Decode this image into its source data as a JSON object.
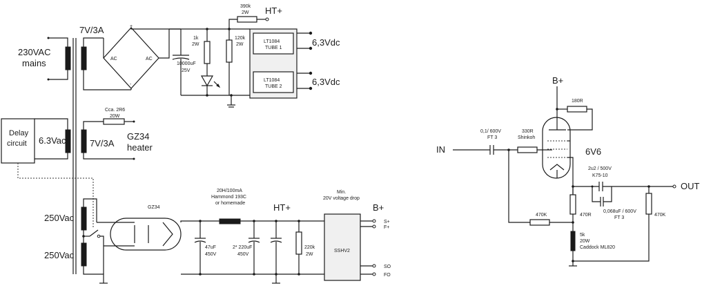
{
  "labels": {
    "mains": "230VAC",
    "mains2": "mains",
    "v63ac": "6.3Vac",
    "v250a": "250Vac",
    "v250b": "250Vac",
    "tr1": "7V/3A",
    "tr2": "7V/3A",
    "delay1": "Delay",
    "delay2": "circuit",
    "gz34heater1": "GZ34",
    "gz34heater2": "heater",
    "gz34tube": "GZ34",
    "ac1": "AC",
    "ac2": "AC",
    "plus": "+",
    "minus": "-",
    "cap10000a": "10000uF",
    "cap10000b": "25V",
    "r1ka": "1k",
    "r1kb": "2W",
    "r390a": "390k",
    "r390b": "2W",
    "r120a": "120k",
    "r120b": "2W",
    "htplus1": "HT+",
    "lt1a": "LT1084",
    "lt1b": "TUBE 1",
    "lt2a": "LT1084",
    "lt2b": "TUBE 2",
    "out63a": "6,3Vdc",
    "out63b": "6,3Vdc",
    "r2r6a": "Cca. 2R6",
    "r2r6b": "20W",
    "chokea": "20H/100mA",
    "chokeb": "Hammond 193C",
    "chokec": "or homemade",
    "htplus2": "HT+",
    "minvd1": "Min.",
    "minvd2": "20V voltage drop",
    "bplus1": "B+",
    "c47a": "47uF",
    "c47b": "450V",
    "c220a": "2* 220uF",
    "c220b": "450V",
    "r220a": "220k",
    "r220b": "2W",
    "sshv2": "SSHV2",
    "splus": "S+",
    "fplus": "F+",
    "so": "SO",
    "fo": "FO",
    "bplus2": "B+",
    "r180": "180R",
    "cin1": "0,1/ 600V",
    "cin2": "FT 3",
    "r330a": "330R",
    "r330b": "Shinkoh",
    "in": "IN",
    "tube6v6": "6V6",
    "c2u2a": "2u2 / 500V",
    "c2u2b": "K75-10",
    "out": "OUT",
    "c068a": "0,068uF / 600V",
    "c068b": "FT 3",
    "r470a": "470K",
    "r470r": "470R",
    "r470b": "470K",
    "r5ka": "5k",
    "r5kb": "20W",
    "r5kc": "Caddock ML820"
  }
}
